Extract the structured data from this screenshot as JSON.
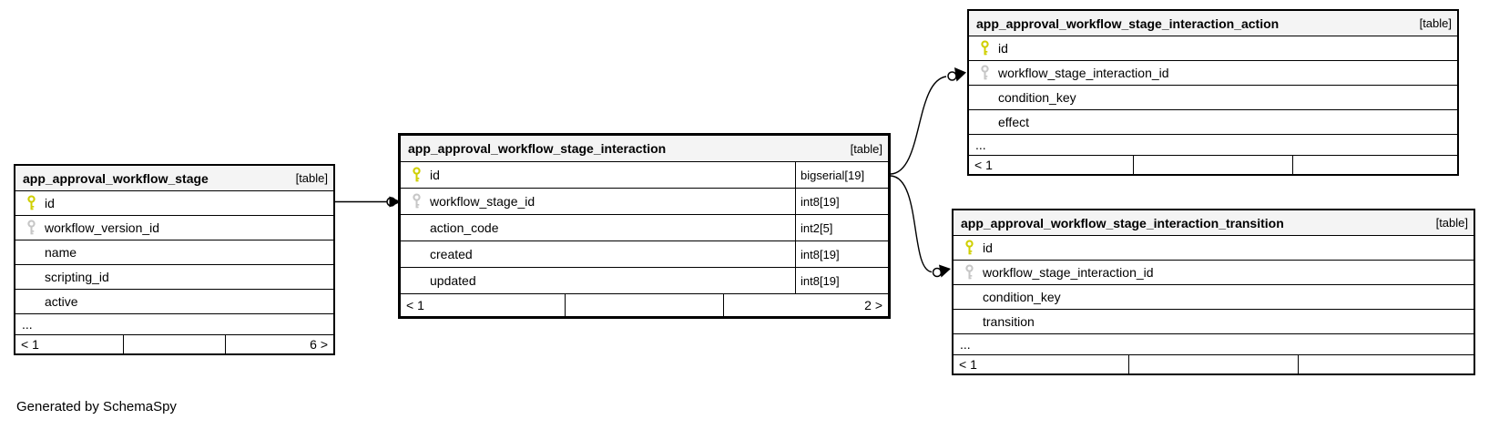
{
  "diagram": {
    "credit": "Generated by SchemaSpy"
  },
  "colors": {
    "primary_key": "#cfcf00",
    "foreign_key": "#c6c6c6",
    "header_bg": "#f4f4f4",
    "table_border": "#000000",
    "relationship_line": "#000000"
  },
  "tables": [
    {
      "name": "app_approval_workflow_stage",
      "tag": "[table]",
      "columns": [
        {
          "name": "id",
          "key": "primary",
          "type": ""
        },
        {
          "name": "workflow_version_id",
          "key": "foreign",
          "type": ""
        },
        {
          "name": "name",
          "key": "",
          "type": ""
        },
        {
          "name": "scripting_id",
          "key": "",
          "type": ""
        },
        {
          "name": "active",
          "key": "",
          "type": ""
        }
      ],
      "ellipsis": "...",
      "footer": {
        "left": "< 1",
        "middle": "",
        "right": "6 >"
      }
    },
    {
      "name": "app_approval_workflow_stage_interaction",
      "tag": "[table]",
      "columns": [
        {
          "name": "id",
          "key": "primary",
          "type": "bigserial[19]"
        },
        {
          "name": "workflow_stage_id",
          "key": "foreign",
          "type": "int8[19]"
        },
        {
          "name": "action_code",
          "key": "",
          "type": "int2[5]"
        },
        {
          "name": "created",
          "key": "",
          "type": "int8[19]"
        },
        {
          "name": "updated",
          "key": "",
          "type": "int8[19]"
        }
      ],
      "footer": {
        "left": "< 1",
        "middle": "",
        "right": "2 >"
      }
    },
    {
      "name": "app_approval_workflow_stage_interaction_action",
      "tag": "[table]",
      "columns": [
        {
          "name": "id",
          "key": "primary",
          "type": ""
        },
        {
          "name": "workflow_stage_interaction_id",
          "key": "foreign",
          "type": ""
        },
        {
          "name": "condition_key",
          "key": "",
          "type": ""
        },
        {
          "name": "effect",
          "key": "",
          "type": ""
        }
      ],
      "ellipsis": "...",
      "footer": {
        "left": "< 1",
        "middle": "",
        "right": ""
      }
    },
    {
      "name": "app_approval_workflow_stage_interaction_transition",
      "tag": "[table]",
      "columns": [
        {
          "name": "id",
          "key": "primary",
          "type": ""
        },
        {
          "name": "workflow_stage_interaction_id",
          "key": "foreign",
          "type": ""
        },
        {
          "name": "condition_key",
          "key": "",
          "type": ""
        },
        {
          "name": "transition",
          "key": "",
          "type": ""
        }
      ],
      "ellipsis": "...",
      "footer": {
        "left": "< 1",
        "middle": "",
        "right": ""
      }
    }
  ],
  "relationships": [
    {
      "parent_column": "app_approval_workflow_stage.id",
      "child_column": "app_approval_workflow_stage_interaction.workflow_stage_id",
      "marker": "circle-arrow"
    },
    {
      "parent_column": "app_approval_workflow_stage_interaction.id",
      "child_column": "app_approval_workflow_stage_interaction_action.workflow_stage_interaction_id",
      "marker": "circle-arrow"
    },
    {
      "parent_column": "app_approval_workflow_stage_interaction.id",
      "child_column": "app_approval_workflow_stage_interaction_transition.workflow_stage_interaction_id",
      "marker": "circle-arrow"
    }
  ]
}
